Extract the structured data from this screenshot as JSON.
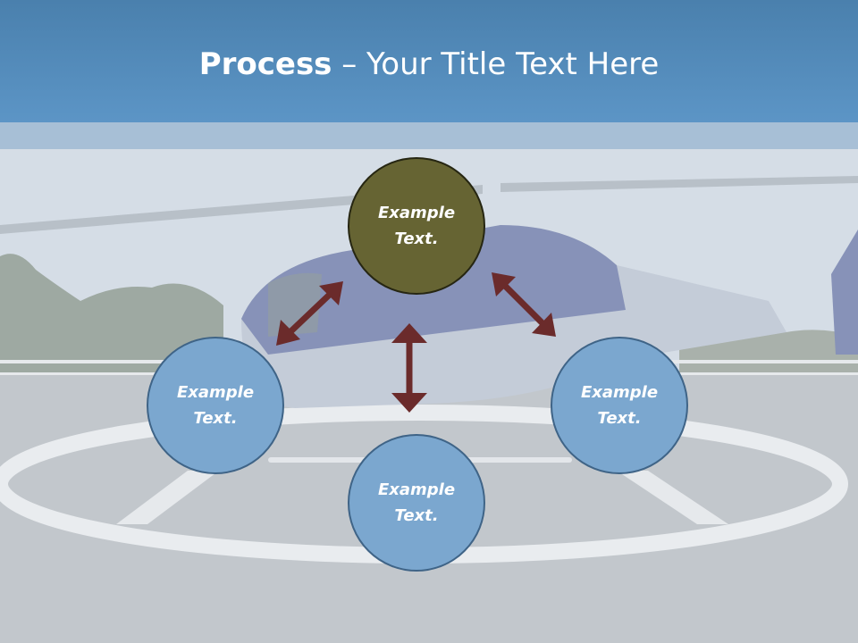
{
  "slide": {
    "title_bold": "Process",
    "title_rest": " – Your Title Text Here"
  },
  "nodes": {
    "top": "Example Text.",
    "left": "Example Text.",
    "right": "Example Text.",
    "bottom": "Example Text."
  },
  "colors": {
    "title_bar": "#5c95c6",
    "center_node": "#666433",
    "outer_node": "#7ba7cf",
    "arrow": "#6b2b2b"
  }
}
